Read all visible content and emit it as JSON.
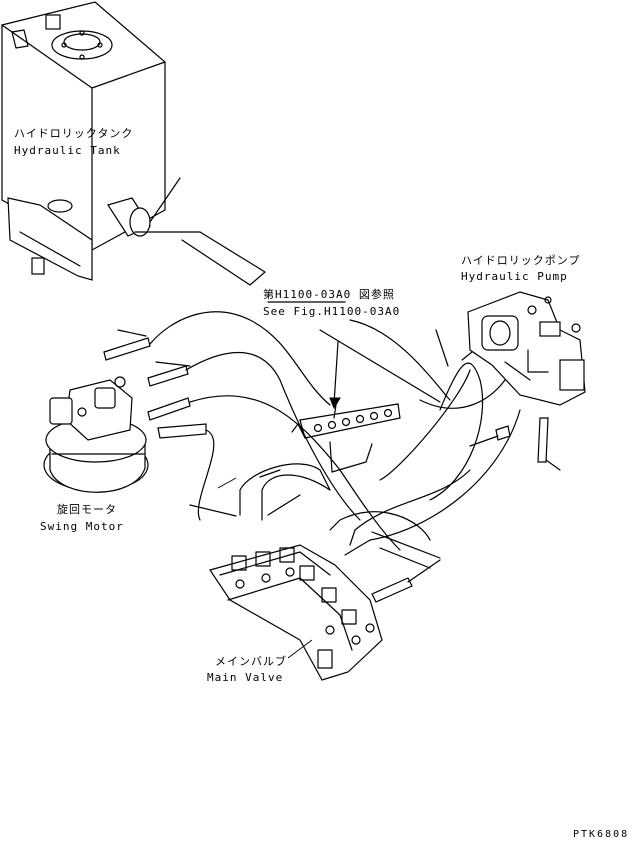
{
  "labels": {
    "tank_jp": "ハイドロリックタンク",
    "tank_en": "Hydraulic Tank",
    "ref_jp": "第H1100-03A0 図参照",
    "ref_en": "See Fig.H1100-03A0",
    "pump_jp": "ハイドロリックポンプ",
    "pump_en": "Hydraulic Pump",
    "swing_jp": "旋回モータ",
    "swing_en": "Swing Motor",
    "valve_jp": "メインバルブ",
    "valve_en": "Main Valve",
    "figure_code": "PTK6808"
  }
}
